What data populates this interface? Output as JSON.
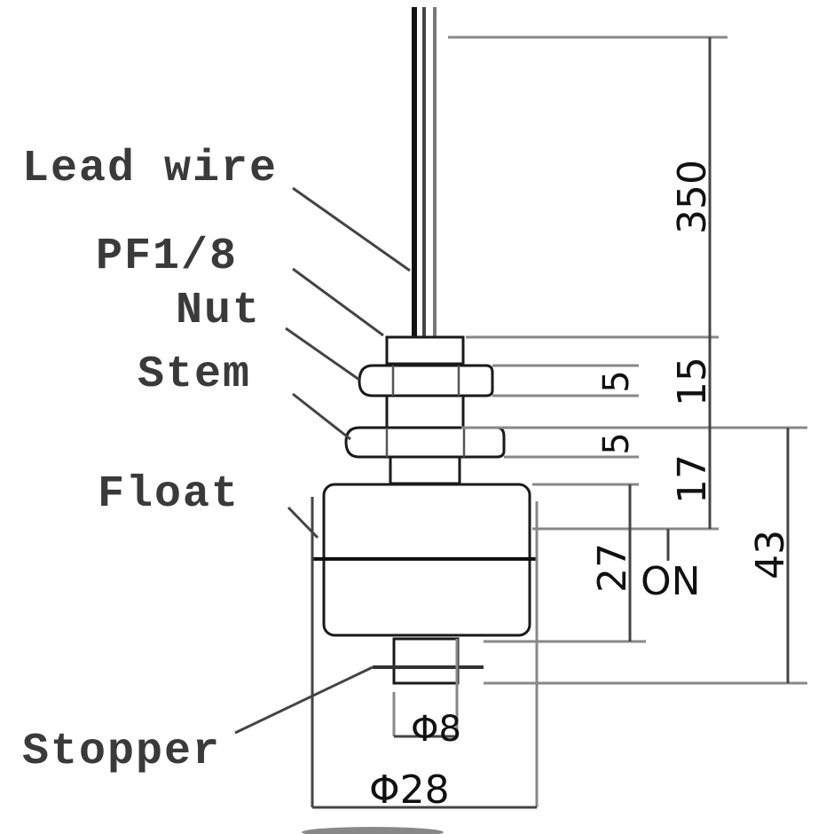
{
  "drawing": {
    "subject": "Float level switch dimensional drawing",
    "colors": {
      "line": "#1a1a1a",
      "dimension": "#444444",
      "extension": "#888888",
      "background": "#ffffff"
    }
  },
  "labels": {
    "lead_wire": "Lead wire",
    "pf18": "PF1/8",
    "nut": "Nut",
    "stem": "Stem",
    "float": "Float",
    "stopper": "Stopper"
  },
  "dimensions": {
    "lead_wire_length": "350",
    "thread_length": "15",
    "nut_thickness": "5",
    "stem_collar_thickness": "5",
    "stem_to_on": "17",
    "float_height": "27",
    "on_label": "ON",
    "overall": "43",
    "stem_diameter": "Φ8",
    "float_diameter": "Φ28"
  }
}
